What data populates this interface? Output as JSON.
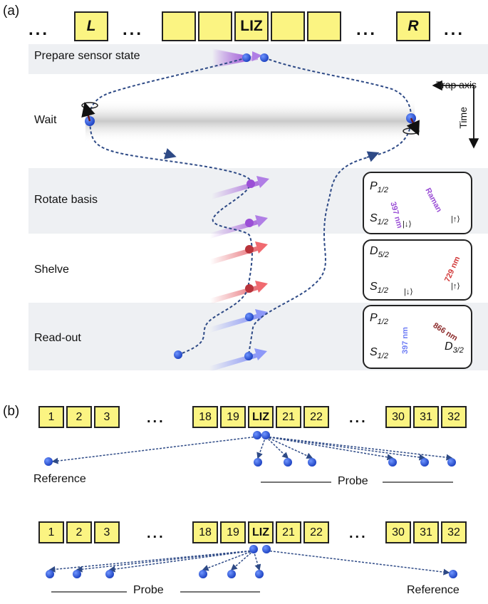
{
  "panel_a": {
    "label": "(a)",
    "ellipsis": "...",
    "segments": [
      "",
      "L",
      "",
      "",
      "",
      "LIZ",
      "",
      "",
      "",
      "R"
    ],
    "stages": [
      "Prepare sensor state",
      "Wait",
      "Rotate basis",
      "Shelve",
      "Read-out"
    ],
    "trap_axis_label": "Trap axis",
    "time_label": "Time",
    "insets": {
      "rotate": {
        "upper": "P",
        "upper_sub": "1/2",
        "lower": "S",
        "lower_sub": "1/2",
        "ket_down": "|↓⟩",
        "ket_up": "|↑⟩",
        "beam1": "397 nm",
        "beam2": "Raman"
      },
      "shelve": {
        "upper": "D",
        "upper_sub": "5/2",
        "lower": "S",
        "lower_sub": "1/2",
        "ket_down": "|↓⟩",
        "ket_up": "|↑⟩",
        "beam": "729 nm"
      },
      "readout": {
        "upper": "P",
        "upper_sub": "1/2",
        "lower": "S",
        "lower_sub": "1/2",
        "aux": "D",
        "aux_sub": "3/2",
        "beam1": "397 nm",
        "beam2": "866 nm"
      }
    }
  },
  "panel_b": {
    "label": "(b)",
    "ellipsis": "...",
    "segments_left": [
      "1",
      "2",
      "3"
    ],
    "segments_mid": [
      "18",
      "19",
      "LIZ",
      "21",
      "22"
    ],
    "segments_right": [
      "30",
      "31",
      "32"
    ],
    "row1": {
      "reference": "Reference",
      "probe": "Probe"
    },
    "row2": {
      "probe": "Probe",
      "reference": "Reference"
    }
  },
  "colors": {
    "segment_fill": "#fbf482",
    "ion": "#1f46c8",
    "path": "#2e4a86",
    "purple_beam": "#9b4fd6",
    "red_beam": "#e0464f",
    "blue_beam": "#6f7ef5",
    "dark_red": "#8b2a2a"
  }
}
